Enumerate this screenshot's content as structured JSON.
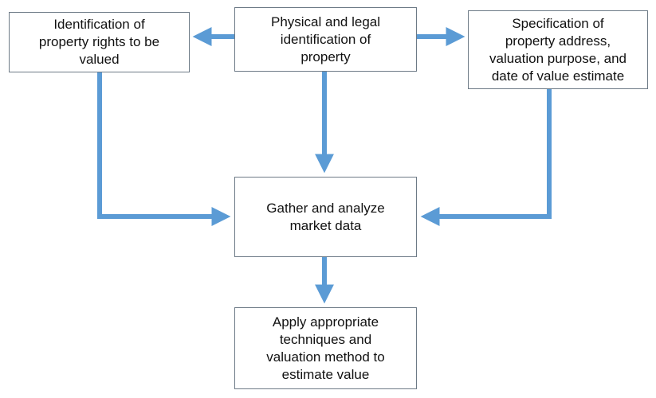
{
  "diagram": {
    "colors": {
      "arrow": "#5b9bd5",
      "box_border": "#6d7a86",
      "box_fill": "#ffffff",
      "text": "#111111"
    },
    "nodes": {
      "rights": {
        "label": "Identification of\nproperty rights to be\nvalued"
      },
      "physical": {
        "label": "Physical and legal\nidentification of\nproperty"
      },
      "spec": {
        "label": "Specification of\nproperty address,\nvaluation purpose, and\ndate of value estimate"
      },
      "gather": {
        "label": "Gather and analyze\nmarket data"
      },
      "apply": {
        "label": "Apply appropriate\ntechniques and\nvaluation method to\nestimate value"
      }
    },
    "edges": [
      {
        "from": "physical",
        "to": "rights"
      },
      {
        "from": "physical",
        "to": "spec"
      },
      {
        "from": "physical",
        "to": "gather"
      },
      {
        "from": "rights",
        "to": "gather"
      },
      {
        "from": "spec",
        "to": "gather"
      },
      {
        "from": "gather",
        "to": "apply"
      }
    ]
  }
}
